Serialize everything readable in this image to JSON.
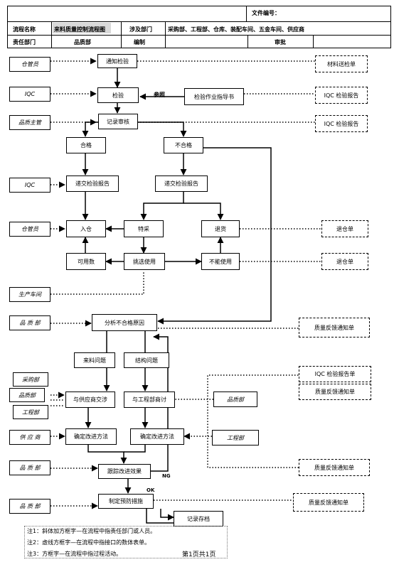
{
  "header": {
    "doc_no_label": "文件编号：",
    "process_name_label": "流程名称",
    "process_name": "来料质量控制流程图",
    "depts_label": "涉及部门",
    "depts": "采购部、工程部、仓库、装配车间、五金车间、供应商",
    "resp_dept_label": "责任部门",
    "resp_dept": "品质部",
    "compile_label": "编制",
    "review_label": "审批"
  },
  "roles": {
    "r1": "仓管员",
    "r2": "IQC",
    "r3": "品质主管",
    "r4": "IQC",
    "r5": "仓管员",
    "r6": "生产车间",
    "r7": "品 质 部",
    "r8": "采购部",
    "r9": "品质部",
    "r10": "工程部",
    "r11": "品质部",
    "r12": "供 应 商",
    "r13": "工程部",
    "r14": "品 质 部",
    "r15": "品 质 部"
  },
  "steps": {
    "notify": "通知检验",
    "inspect": "检验",
    "guide": "检验作业指导书",
    "record": "记录审核",
    "pass": "合格",
    "fail": "不合格",
    "submit1": "递交检验报告",
    "submit2": "递交检验报告",
    "stock_in": "入仓",
    "special": "特采",
    "return": "退货",
    "usable": "可用数",
    "pick": "挑选使用",
    "unusable": "不能使用",
    "analyze": "分析不合格原因",
    "incoming_issue": "来料问题",
    "structure_issue": "结构问题",
    "negotiate_supplier": "与供应商交涉",
    "discuss_eng": "与工程部商讨",
    "improve1": "确定改进方法",
    "improve2": "确定改进方法",
    "track": "跟踪改进效果",
    "prevent": "制定预防措施",
    "archive": "记录存档"
  },
  "docs": {
    "d1": "材料送检单",
    "d2": "IQC 检验报告",
    "d3": "IQC 检验报告",
    "d4": "退仓单",
    "d5": "退仓单",
    "d6": "质量反馈通知单",
    "d7": "IQC 检验报告单",
    "d8": "质量反馈通知单",
    "d9": "质量反馈通知单",
    "d10": "质量反馈通知单"
  },
  "labels": {
    "ref": "参照",
    "ok": "OK",
    "ng": "NG"
  },
  "notes": {
    "n1": "注1：斜体加方框字—在流程中指责任部门或人员。",
    "n2": "注2：虚线方框字—在流程中指接口的数体表单。",
    "n3": "注3：方框字—在流程中指过程活动。",
    "page": "第1页共1页"
  }
}
